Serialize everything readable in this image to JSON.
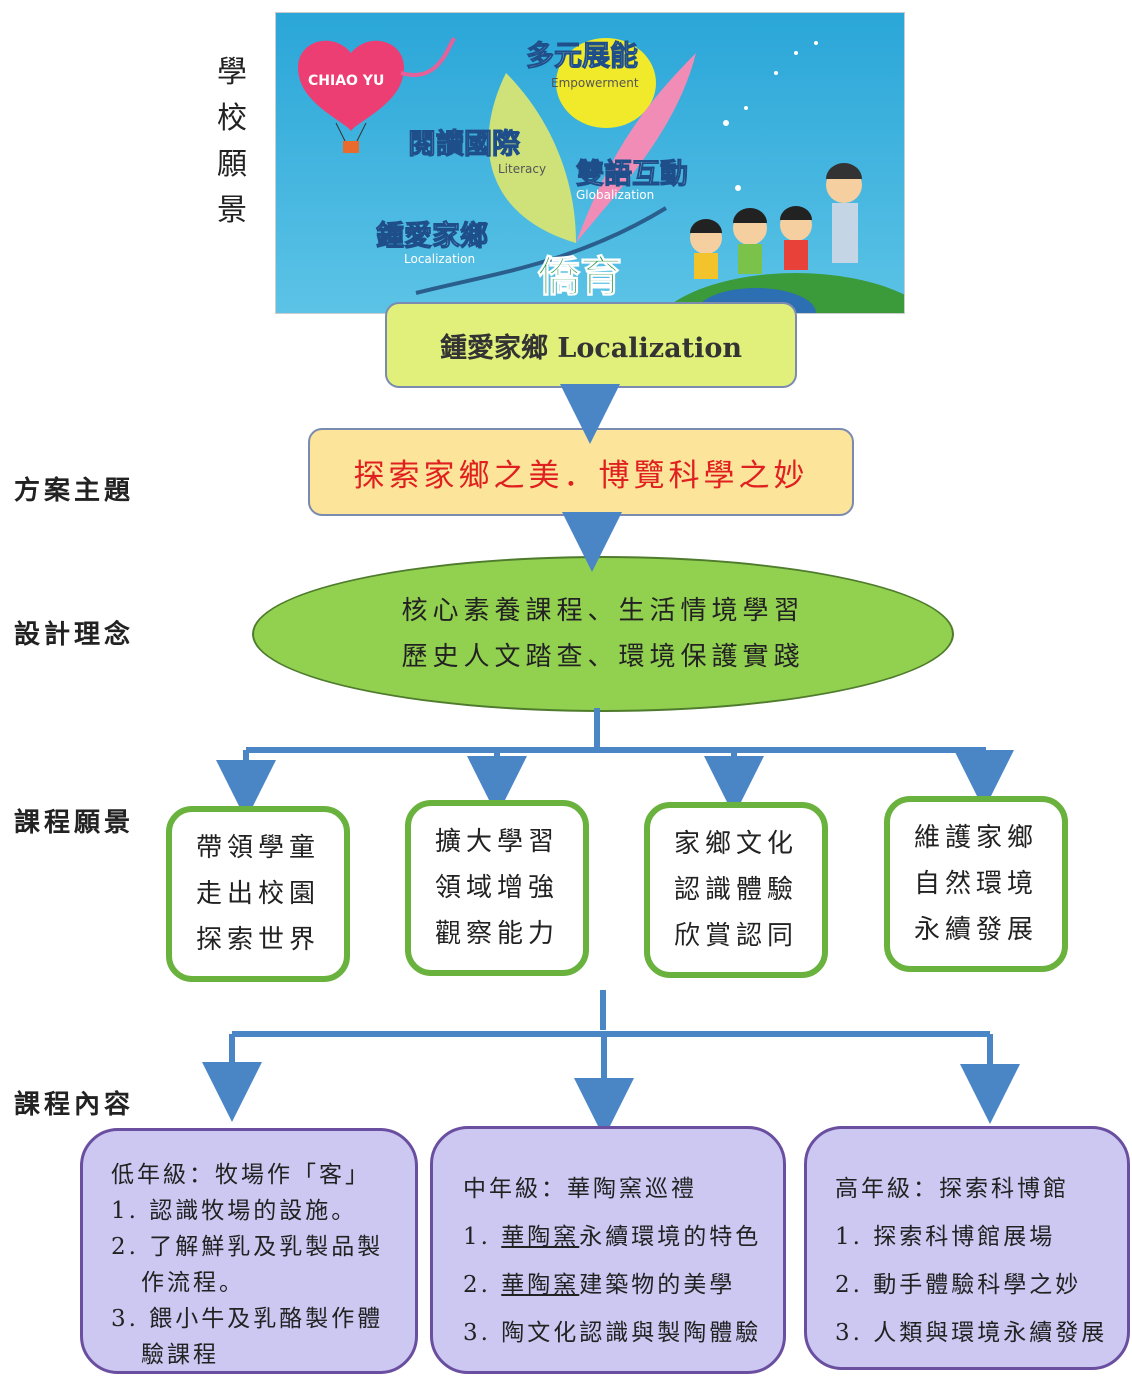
{
  "labels": {
    "school_vision": "學校願景",
    "theme": "方案主題",
    "design_concept": "設計理念",
    "curriculum_vision": "課程願景",
    "curriculum_content": "課程內容"
  },
  "banner": {
    "logo_text": "CHIAO YU",
    "petals": [
      {
        "zh": "多元展能",
        "en": "Empowerment"
      },
      {
        "zh": "閱讀國際",
        "en": "Literacy"
      },
      {
        "zh": "雙語互動",
        "en": "Globalization"
      },
      {
        "zh": "鍾愛家鄉",
        "en": "Localization"
      }
    ],
    "school_mark": "僑育"
  },
  "localization_box": "鍾愛家鄉 Localization",
  "theme_box": "探索家鄉之美．博覽科學之妙",
  "design_concept": {
    "line1": "核心素養課程、生活情境學習",
    "line2": "歷史人文踏查、環境保護實踐"
  },
  "vision_boxes": [
    {
      "lines": [
        "帶領學童",
        "走出校園",
        "探索世界"
      ]
    },
    {
      "lines": [
        "擴大學習",
        "領域增強",
        "觀察能力"
      ]
    },
    {
      "lines": [
        "家鄉文化",
        "認識體驗",
        "欣賞認同"
      ]
    },
    {
      "lines": [
        "維護家鄉",
        "自然環境",
        "永續發展"
      ]
    }
  ],
  "content_boxes": {
    "low": {
      "title": "低年級：牧場作「客」",
      "item1": "1. 認識牧場的設施。",
      "item2a": "2. 了解鮮乳及乳製品製",
      "item2b": "作流程。",
      "item3a": "3. 餵小牛及乳酪製作體",
      "item3b": "驗課程"
    },
    "mid": {
      "title": "中年級：華陶窯巡禮",
      "item1_num": "1. ",
      "item1_u": "華陶窯",
      "item1_rest": "永續環境的特色",
      "item2_num": "2. ",
      "item2_u": "華陶窯",
      "item2_rest": "建築物的美學",
      "item3": "3. 陶文化認識與製陶體驗"
    },
    "high": {
      "title": "高年級：探索科博館",
      "item1": "1. 探索科博館展場",
      "item2": "2. 動手體驗科學之妙",
      "item3": "3. 人類與環境永續發展"
    },
    "style": {
      "fill": "#ccc8f2",
      "stroke": "#6a4fa0"
    }
  },
  "colors": {
    "arrow": "#4a86c5",
    "localization_fill": "#e0f07a",
    "theme_fill": "#fce49a",
    "theme_text": "#e02020",
    "ellipse_fill": "#92d050",
    "vision_border": "#6ab23e"
  }
}
